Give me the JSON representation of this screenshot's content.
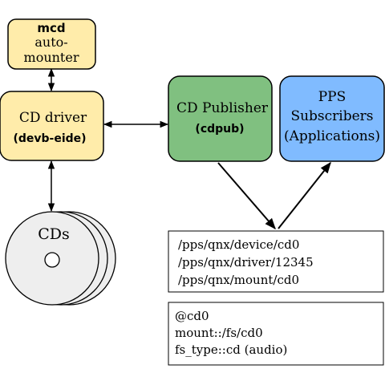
{
  "nodes": {
    "mcd": {
      "name": "mcd",
      "line1": "auto-",
      "line2": "mounter",
      "fill": "#ffecaa"
    },
    "cd_driver": {
      "title": "CD driver",
      "subtitle": "(devb-eide)",
      "fill": "#ffecaa"
    },
    "cd_publisher": {
      "title": "CD Publisher",
      "subtitle": "(cdpub)",
      "fill": "#80c080"
    },
    "pps_subscribers": {
      "line1": "PPS",
      "line2": "Subscribers",
      "line3": "(Applications)",
      "fill": "#80bbff"
    },
    "cds": {
      "label": "CDs",
      "fill": "#eeeeee"
    }
  },
  "pps_paths": {
    "lines": [
      "/pps/qnx/device/cd0",
      "/pps/qnx/driver/12345",
      "/pps/qnx/mount/cd0"
    ]
  },
  "pps_object": {
    "lines": [
      "@cd0",
      "mount::/fs/cd0",
      "fs_type::cd (audio)"
    ]
  },
  "colors": {
    "stroke": "#000000",
    "background": "#ffffff"
  }
}
